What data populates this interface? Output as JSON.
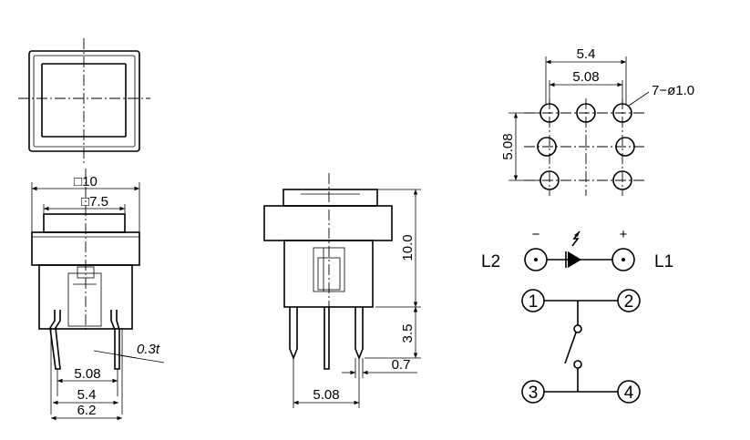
{
  "front_view": {
    "dim_outer": "□10",
    "dim_inner": "□7.5",
    "dim_thickness": "0.3t",
    "dim_pin_inner": "5.08",
    "dim_pin_mid": "5.4",
    "dim_pin_outer": "6.2"
  },
  "side_view": {
    "dim_height": "10.0",
    "dim_pin_length": "3.5",
    "dim_pin_width": "0.7",
    "dim_pin_spacing": "5.08"
  },
  "pcb_layout": {
    "dim_width": "5.4",
    "dim_inner_width": "5.08",
    "dim_height": "5.08",
    "hole_callout": "7−ø1.0"
  },
  "schematic": {
    "led_left_label": "L2",
    "led_right_label": "L1",
    "led_minus": "−",
    "led_plus": "+",
    "pin1": "1",
    "pin2": "2",
    "pin3": "3",
    "pin4": "4"
  }
}
